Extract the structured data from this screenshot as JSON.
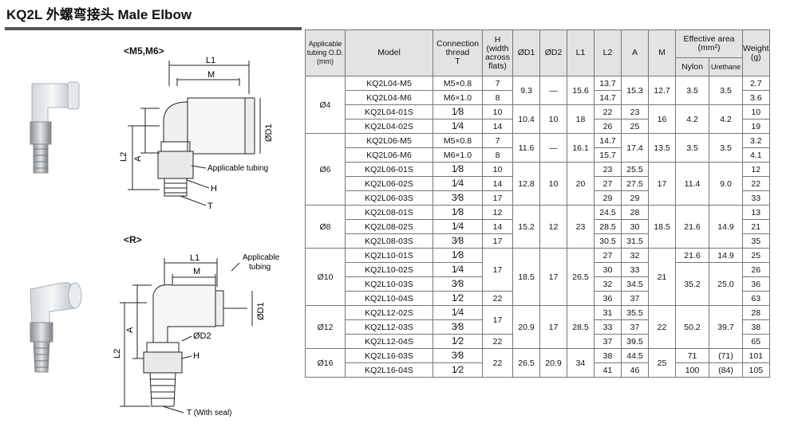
{
  "title": "KQ2L 外螺弯接头 Male Elbow",
  "sections": {
    "top_label": "<M5,M6>",
    "bottom_label": "<R>"
  },
  "drawing_labels": {
    "top": {
      "l1": "L1",
      "m": "M",
      "a": "A",
      "l2": "L2",
      "d1": "ØD1",
      "h": "H",
      "t": "T",
      "tubing": "Applicable tubing"
    },
    "bottom": {
      "l1": "L1",
      "m": "M",
      "a": "A",
      "l2": "L2",
      "d1": "ØD1",
      "d2": "ØD2",
      "h": "H",
      "t": "T (With seal)",
      "tubing1": "Applicable",
      "tubing2": "tubing"
    }
  },
  "table": {
    "headers": {
      "tubing": [
        "Applicable",
        "tubing O.D.",
        "(mm)"
      ],
      "model": "Model",
      "thread": [
        "Connection",
        "thread",
        "T"
      ],
      "h": [
        "H",
        "(width",
        "across",
        "flats)"
      ],
      "d1": "ØD1",
      "d2": "ØD2",
      "l1": "L1",
      "l2": "L2",
      "a": "A",
      "m": "M",
      "eff": "Effective area",
      "eff_unit": "(mm²)",
      "nylon": "Nylon",
      "urethane": "Urethane",
      "weight": [
        "Weight",
        "(g)"
      ]
    },
    "rows": [
      {
        "model": "KQ2L04-M5",
        "t": "M5×0.8",
        "h": "7",
        "l2": "13.7",
        "w": "2.7"
      },
      {
        "model": "KQ2L04-M6",
        "t": "M6×1.0",
        "h": "8",
        "l2": "14.7",
        "w": "3.6"
      },
      {
        "model": "KQ2L04-01S",
        "t": "1⁄8",
        "h": "10",
        "l2": "22",
        "a": "23",
        "w": "10"
      },
      {
        "model": "KQ2L04-02S",
        "t": "1⁄4",
        "h": "14",
        "l2": "26",
        "a": "25",
        "w": "19"
      },
      {
        "model": "KQ2L06-M5",
        "t": "M5×0.8",
        "h": "7",
        "l2": "14.7",
        "w": "3.2"
      },
      {
        "model": "KQ2L06-M6",
        "t": "M6×1.0",
        "h": "8",
        "l2": "15.7",
        "w": "4.1"
      },
      {
        "model": "KQ2L06-01S",
        "t": "1⁄8",
        "h": "10",
        "l2": "23",
        "a": "25.5",
        "w": "12"
      },
      {
        "model": "KQ2L06-02S",
        "t": "1⁄4",
        "h": "14",
        "l2": "27",
        "a": "27.5",
        "w": "22"
      },
      {
        "model": "KQ2L06-03S",
        "t": "3⁄8",
        "h": "17",
        "l2": "29",
        "a": "29",
        "w": "33"
      },
      {
        "model": "KQ2L08-01S",
        "t": "1⁄8",
        "h": "12",
        "l2": "24.5",
        "a": "28",
        "w": "13"
      },
      {
        "model": "KQ2L08-02S",
        "t": "1⁄4",
        "h": "14",
        "l2": "28.5",
        "a": "30",
        "w": "21"
      },
      {
        "model": "KQ2L08-03S",
        "t": "3⁄8",
        "h": "17",
        "l2": "30.5",
        "a": "31.5",
        "w": "35"
      },
      {
        "model": "KQ2L10-01S",
        "t": "1⁄8",
        "l2": "27",
        "a": "32",
        "w": "25"
      },
      {
        "model": "KQ2L10-02S",
        "t": "1⁄4",
        "l2": "30",
        "a": "33",
        "w": "26"
      },
      {
        "model": "KQ2L10-03S",
        "t": "3⁄8",
        "l2": "32",
        "a": "34.5",
        "w": "36"
      },
      {
        "model": "KQ2L10-04S",
        "t": "1⁄2",
        "h": "22",
        "l2": "36",
        "a": "37",
        "w": "63"
      },
      {
        "model": "KQ2L12-02S",
        "t": "1⁄4",
        "l2": "31",
        "a": "35.5",
        "w": "28"
      },
      {
        "model": "KQ2L12-03S",
        "t": "3⁄8",
        "l2": "33",
        "a": "37",
        "w": "38"
      },
      {
        "model": "KQ2L12-04S",
        "t": "1⁄2",
        "h": "22",
        "l2": "37",
        "a": "39.5",
        "w": "65"
      },
      {
        "model": "KQ2L16-03S",
        "t": "3⁄8",
        "l2": "38",
        "a": "44.5",
        "ny": "71",
        "ur": "(71)",
        "w": "101"
      },
      {
        "model": "KQ2L16-04S",
        "t": "1⁄2",
        "l2": "41",
        "a": "46",
        "ny": "100",
        "ur": "(84)",
        "w": "105"
      }
    ],
    "merged": {
      "od": [
        "Ø4",
        "Ø6",
        "Ø8",
        "Ø10",
        "Ø12",
        "Ø16"
      ],
      "g04a": {
        "d1": "9.3",
        "d2": "—",
        "l1": "15.6",
        "a": "15.3",
        "m": "12.7",
        "ny": "3.5",
        "ur": "3.5"
      },
      "g04b": {
        "d1": "10.4",
        "d2": "10",
        "l1": "18",
        "m": "16",
        "ny": "4.2",
        "ur": "4.2"
      },
      "g06a": {
        "d1": "11.6",
        "d2": "—",
        "l1": "16.1",
        "a": "17.4",
        "m": "13.5",
        "ny": "3.5",
        "ur": "3.5"
      },
      "g06b": {
        "d1": "12.8",
        "d2": "10",
        "l1": "20",
        "m": "17",
        "ny": "11.4",
        "ur": "9.0"
      },
      "g08": {
        "d1": "15.2",
        "d2": "12",
        "l1": "23",
        "m": "18.5",
        "ny": "21.6",
        "ur": "14.9"
      },
      "g10": {
        "h": "17",
        "d1": "18.5",
        "d2": "17",
        "l1": "26.5",
        "m": "21",
        "ny1": "21.6",
        "ur1": "14.9",
        "ny2": "35.2",
        "ur2": "25.0"
      },
      "g12": {
        "h": "17",
        "d1": "20.9",
        "d2": "17",
        "l1": "28.5",
        "m": "22",
        "ny": "50.2",
        "ur": "39.7"
      },
      "g16": {
        "h": "22",
        "d1": "26.5",
        "d2": "20.9",
        "l1": "34",
        "m": "25"
      }
    }
  },
  "colors": {
    "header_bg": "#e3e3e3",
    "line": "#333333"
  }
}
